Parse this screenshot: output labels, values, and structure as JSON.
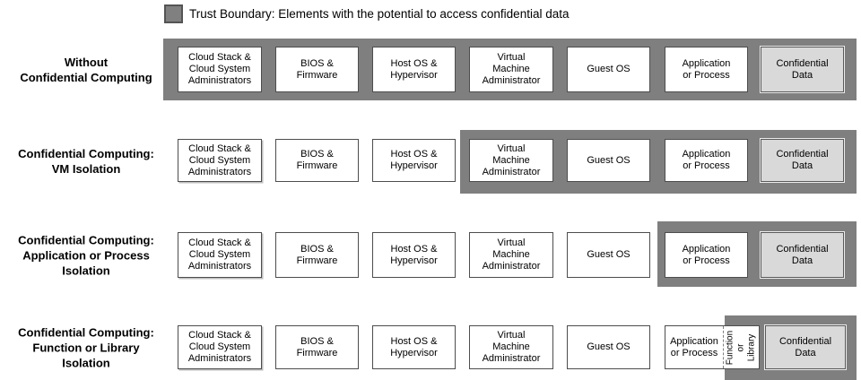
{
  "legend": {
    "label": "Trust Boundary: Elements with the potential to access confidential data",
    "swatch_color": "#808080"
  },
  "colors": {
    "trust_band": "#7f7f7f",
    "box_border": "#4d4d4d",
    "confidential_fill": "#d9d9d9",
    "box_fill": "#ffffff",
    "text": "#000000"
  },
  "boxes": {
    "cloud_admins": "Cloud Stack &\nCloud System\nAdministrators",
    "bios": "BIOS &\nFirmware",
    "host_os": "Host OS &\nHypervisor",
    "vm_admin": "Virtual\nMachine\nAdministrator",
    "guest_os": "Guest OS",
    "app_process": "Application\nor Process",
    "function_library": "Function\nor Library",
    "confidential_data": "Confidential\nData"
  },
  "rows": [
    {
      "label": "Without\nConfidential Computing",
      "boundary_covers": [
        "Cloud Stack & Cloud System Administrators",
        "BIOS & Firmware",
        "Host OS & Hypervisor",
        "Virtual Machine Administrator",
        "Guest OS",
        "Application or Process",
        "Confidential Data"
      ]
    },
    {
      "label": "Confidential Computing:\nVM Isolation",
      "boundary_covers": [
        "Virtual Machine Administrator",
        "Guest OS",
        "Application or Process",
        "Confidential Data"
      ]
    },
    {
      "label": "Confidential Computing:\nApplication or Process\nIsolation",
      "boundary_covers": [
        "Application or Process",
        "Confidential Data"
      ]
    },
    {
      "label": "Confidential Computing:\nFunction or Library\nIsolation",
      "boundary_covers": [
        "Function or Library",
        "Confidential Data"
      ]
    }
  ]
}
